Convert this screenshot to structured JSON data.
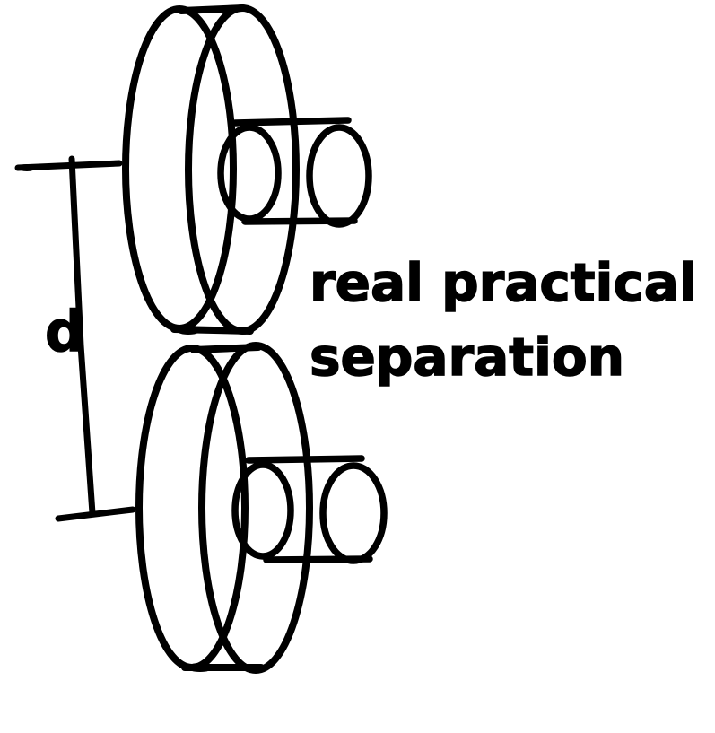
{
  "figure": {
    "kind": "hand-drawn coil separation diagram",
    "labels": {
      "distance": "d",
      "annotation_line1": "real practical",
      "annotation_line2": "separation"
    },
    "shapes": {
      "top_coil": "large cylinder (two overlapping ellipses) with small axle cylinder",
      "bottom_coil": "large cylinder (two overlapping ellipses) with small axle cylinder",
      "dimension": "vertical dimension line with end ticks spanning between coil centers"
    },
    "colors": {
      "ink": "#000000",
      "background": "#ffffff"
    }
  }
}
